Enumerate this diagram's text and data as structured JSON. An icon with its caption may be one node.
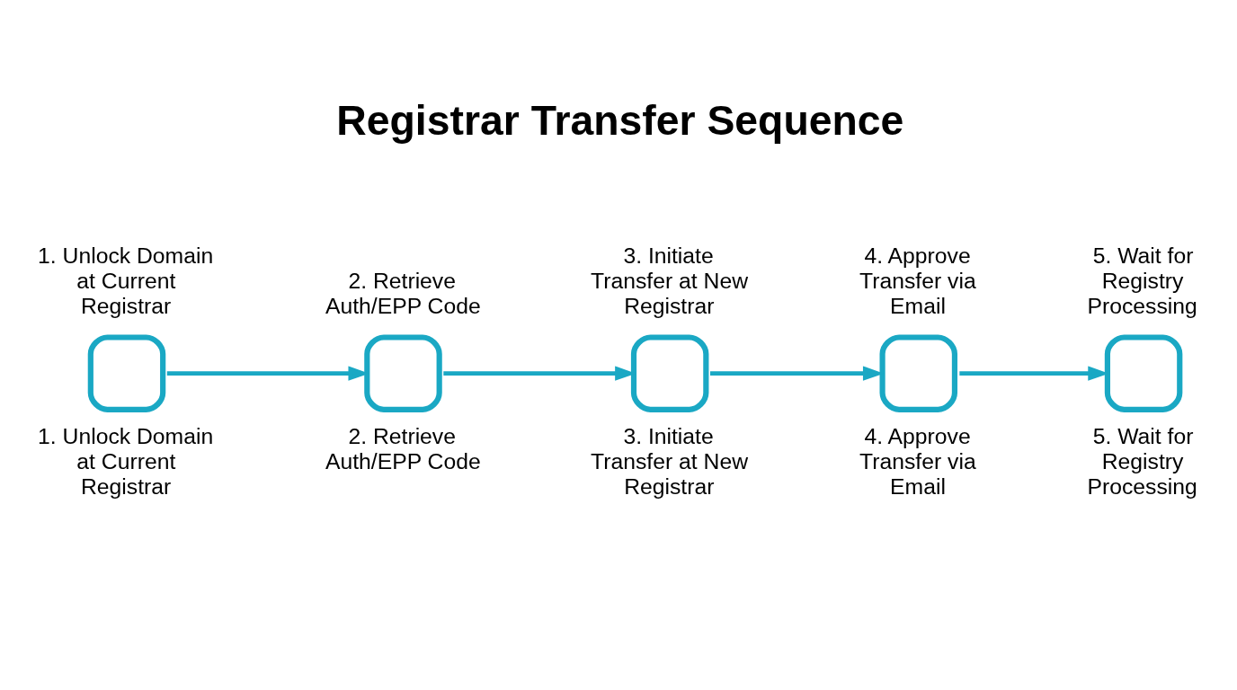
{
  "diagram": {
    "title": "Registrar Transfer Sequence",
    "nodes": [
      {
        "text": [
          "1. Unlock Domain at Current Registrar",
          "1. Unlock Domain at Current Registrar"
        ]
      },
      {
        "text": [
          "2. Retrieve Auth/EPP Code",
          "2. Retrieve Auth/EPP Code"
        ]
      },
      {
        "text": [
          "3. Initiate Transfer at New Registrar",
          "3. Initiate Transfer at New Registrar"
        ]
      },
      {
        "text": [
          "4. Approve Transfer via Email",
          "4. Approve Transfer via Email"
        ]
      },
      {
        "text": [
          "5. Wait for Registry Processing",
          "5. Wait for Registry Processing"
        ]
      }
    ],
    "edges": [
      {
        "from": 0,
        "to": 1,
        "arrow": "to"
      },
      {
        "from": 1,
        "to": 2,
        "arrow": "to"
      },
      {
        "from": 2,
        "to": 3,
        "arrow": "to"
      },
      {
        "from": 3,
        "to": 4,
        "arrow": "to"
      }
    ]
  }
}
